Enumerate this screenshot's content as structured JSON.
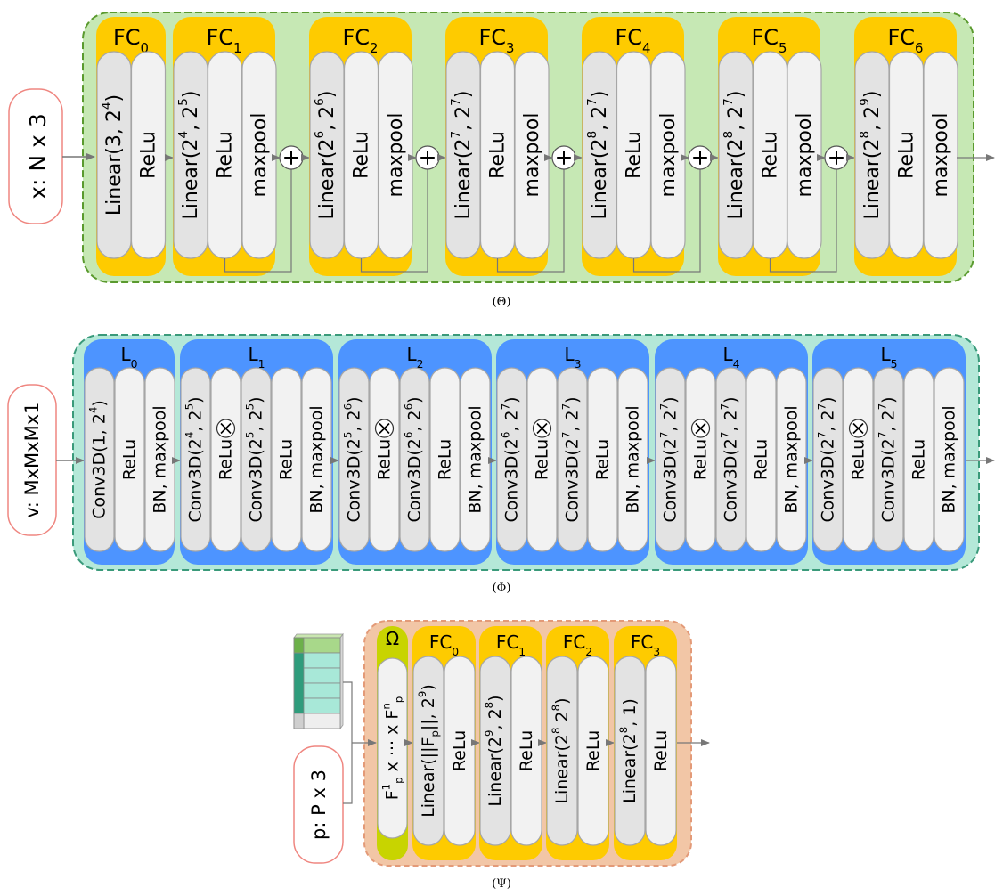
{
  "theta": {
    "caption": "(Θ)",
    "input_label": "x: N x 3",
    "blocks": [
      {
        "name": "FC",
        "sub": "0",
        "pills": [
          {
            "kind": "linear",
            "segs": [
              [
                "Linear(3, 2",
                ""
              ],
              [
                "4",
                "sup"
              ],
              [
                ")",
                ""
              ]
            ]
          },
          {
            "kind": "plain",
            "segs": [
              [
                "ReLu",
                ""
              ]
            ]
          }
        ],
        "skip": false
      },
      {
        "name": "FC",
        "sub": "1",
        "pills": [
          {
            "kind": "linear",
            "segs": [
              [
                "Linear(2",
                ""
              ],
              [
                "4",
                "sup"
              ],
              [
                ", 2",
                ""
              ],
              [
                "5",
                "sup"
              ],
              [
                ")",
                ""
              ]
            ]
          },
          {
            "kind": "plain",
            "segs": [
              [
                "ReLu",
                ""
              ]
            ]
          },
          {
            "kind": "plain",
            "segs": [
              [
                "maxpool",
                ""
              ]
            ]
          }
        ],
        "skip": true
      },
      {
        "name": "FC",
        "sub": "2",
        "pills": [
          {
            "kind": "linear",
            "segs": [
              [
                "Linear(2",
                ""
              ],
              [
                "6",
                "sup"
              ],
              [
                ", 2",
                ""
              ],
              [
                "6",
                "sup"
              ],
              [
                ")",
                ""
              ]
            ]
          },
          {
            "kind": "plain",
            "segs": [
              [
                "ReLu",
                ""
              ]
            ]
          },
          {
            "kind": "plain",
            "segs": [
              [
                "maxpool",
                ""
              ]
            ]
          }
        ],
        "skip": true
      },
      {
        "name": "FC",
        "sub": "3",
        "pills": [
          {
            "kind": "linear",
            "segs": [
              [
                "Linear(2",
                ""
              ],
              [
                "7",
                "sup"
              ],
              [
                ", 2",
                ""
              ],
              [
                "7",
                "sup"
              ],
              [
                ")",
                ""
              ]
            ]
          },
          {
            "kind": "plain",
            "segs": [
              [
                "ReLu",
                ""
              ]
            ]
          },
          {
            "kind": "plain",
            "segs": [
              [
                "maxpool",
                ""
              ]
            ]
          }
        ],
        "skip": true
      },
      {
        "name": "FC",
        "sub": "4",
        "pills": [
          {
            "kind": "linear",
            "segs": [
              [
                "Linear(2",
                ""
              ],
              [
                "8",
                "sup"
              ],
              [
                ", 2",
                ""
              ],
              [
                "7",
                "sup"
              ],
              [
                ")",
                ""
              ]
            ]
          },
          {
            "kind": "plain",
            "segs": [
              [
                "ReLu",
                ""
              ]
            ]
          },
          {
            "kind": "plain",
            "segs": [
              [
                "maxpool",
                ""
              ]
            ]
          }
        ],
        "skip": true
      },
      {
        "name": "FC",
        "sub": "5",
        "pills": [
          {
            "kind": "linear",
            "segs": [
              [
                "Linear(2",
                ""
              ],
              [
                "8",
                "sup"
              ],
              [
                ", 2",
                ""
              ],
              [
                "7",
                "sup"
              ],
              [
                ")",
                ""
              ]
            ]
          },
          {
            "kind": "plain",
            "segs": [
              [
                "ReLu",
                ""
              ]
            ]
          },
          {
            "kind": "plain",
            "segs": [
              [
                "maxpool",
                ""
              ]
            ]
          }
        ],
        "skip": true
      },
      {
        "name": "FC",
        "sub": "6",
        "pills": [
          {
            "kind": "linear",
            "segs": [
              [
                "Linear(2",
                ""
              ],
              [
                "8",
                "sup"
              ],
              [
                ", 2",
                ""
              ],
              [
                "9",
                "sup"
              ],
              [
                ")",
                ""
              ]
            ]
          },
          {
            "kind": "plain",
            "segs": [
              [
                "ReLu",
                ""
              ]
            ]
          },
          {
            "kind": "plain",
            "segs": [
              [
                "maxpool",
                ""
              ]
            ]
          }
        ],
        "skip": false
      }
    ]
  },
  "phi": {
    "caption": "(Φ)",
    "input_label": "v: MxMxMx1",
    "blocks": [
      {
        "name": "L",
        "sub": "0",
        "pills": [
          {
            "kind": "linear",
            "segs": [
              [
                "Conv3D(1, 2",
                ""
              ],
              [
                "4",
                "sup"
              ],
              [
                ")",
                ""
              ]
            ]
          },
          {
            "kind": "plain",
            "segs": [
              [
                "ReLu",
                ""
              ]
            ]
          },
          {
            "kind": "plain",
            "segs": [
              [
                "BN, maxpool",
                ""
              ]
            ]
          }
        ]
      },
      {
        "name": "L",
        "sub": "1",
        "pills": [
          {
            "kind": "linear",
            "segs": [
              [
                "Conv3D(2",
                ""
              ],
              [
                "4",
                "sup"
              ],
              [
                ", 2",
                ""
              ],
              [
                "5",
                "sup"
              ],
              [
                ")",
                ""
              ]
            ]
          },
          {
            "kind": "plain",
            "segs": [
              [
                "ReLu",
                ""
              ]
            ]
          },
          {
            "kind": "linear",
            "segs": [
              [
                "Conv3D(2",
                ""
              ],
              [
                "5",
                "sup"
              ],
              [
                ", 2",
                ""
              ],
              [
                "5",
                "sup"
              ],
              [
                ")",
                ""
              ]
            ]
          },
          {
            "kind": "plain",
            "segs": [
              [
                "ReLu",
                ""
              ]
            ]
          },
          {
            "kind": "plain",
            "segs": [
              [
                "BN, maxpool",
                ""
              ]
            ]
          }
        ]
      },
      {
        "name": "L",
        "sub": "2",
        "pills": [
          {
            "kind": "linear",
            "segs": [
              [
                "Conv3D(2",
                ""
              ],
              [
                "5",
                "sup"
              ],
              [
                ", 2",
                ""
              ],
              [
                "6",
                "sup"
              ],
              [
                ")",
                ""
              ]
            ]
          },
          {
            "kind": "plain",
            "segs": [
              [
                "ReLu",
                ""
              ]
            ]
          },
          {
            "kind": "linear",
            "segs": [
              [
                "Conv3D(2",
                ""
              ],
              [
                "6",
                "sup"
              ],
              [
                ", 2",
                ""
              ],
              [
                "6",
                "sup"
              ],
              [
                ")",
                ""
              ]
            ]
          },
          {
            "kind": "plain",
            "segs": [
              [
                "ReLu",
                ""
              ]
            ]
          },
          {
            "kind": "plain",
            "segs": [
              [
                "BN, maxpool",
                ""
              ]
            ]
          }
        ]
      },
      {
        "name": "L",
        "sub": "3",
        "pills": [
          {
            "kind": "linear",
            "segs": [
              [
                "Conv3D(2",
                ""
              ],
              [
                "6",
                "sup"
              ],
              [
                ", 2",
                ""
              ],
              [
                "7",
                "sup"
              ],
              [
                ")",
                ""
              ]
            ]
          },
          {
            "kind": "plain",
            "segs": [
              [
                "ReLu",
                ""
              ]
            ]
          },
          {
            "kind": "linear",
            "segs": [
              [
                "Conv3D(2",
                ""
              ],
              [
                "7",
                "sup"
              ],
              [
                ", 2",
                ""
              ],
              [
                "7",
                "sup"
              ],
              [
                ")",
                ""
              ]
            ]
          },
          {
            "kind": "plain",
            "segs": [
              [
                "ReLu",
                ""
              ]
            ]
          },
          {
            "kind": "plain",
            "segs": [
              [
                "BN, maxpool",
                ""
              ]
            ]
          }
        ]
      },
      {
        "name": "L",
        "sub": "4",
        "pills": [
          {
            "kind": "linear",
            "segs": [
              [
                "Conv3D(2",
                ""
              ],
              [
                "7",
                "sup"
              ],
              [
                ", 2",
                ""
              ],
              [
                "7",
                "sup"
              ],
              [
                ")",
                ""
              ]
            ]
          },
          {
            "kind": "plain",
            "segs": [
              [
                "ReLu",
                ""
              ]
            ]
          },
          {
            "kind": "linear",
            "segs": [
              [
                "Conv3D(2",
                ""
              ],
              [
                "7",
                "sup"
              ],
              [
                ", 2",
                ""
              ],
              [
                "7",
                "sup"
              ],
              [
                ")",
                ""
              ]
            ]
          },
          {
            "kind": "plain",
            "segs": [
              [
                "ReLu",
                ""
              ]
            ]
          },
          {
            "kind": "plain",
            "segs": [
              [
                "BN, maxpool",
                ""
              ]
            ]
          }
        ]
      },
      {
        "name": "L",
        "sub": "5",
        "pills": [
          {
            "kind": "linear",
            "segs": [
              [
                "Conv3D(2",
                ""
              ],
              [
                "7",
                "sup"
              ],
              [
                ", 2",
                ""
              ],
              [
                "7",
                "sup"
              ],
              [
                ")",
                ""
              ]
            ]
          },
          {
            "kind": "plain",
            "segs": [
              [
                "ReLu",
                ""
              ]
            ]
          },
          {
            "kind": "linear",
            "segs": [
              [
                "Conv3D(2",
                ""
              ],
              [
                "7",
                "sup"
              ],
              [
                ", 2",
                ""
              ],
              [
                "7",
                "sup"
              ],
              [
                ")",
                ""
              ]
            ]
          },
          {
            "kind": "plain",
            "segs": [
              [
                "ReLu",
                ""
              ]
            ]
          },
          {
            "kind": "plain",
            "segs": [
              [
                "BN, maxpool",
                ""
              ]
            ]
          }
        ]
      }
    ]
  },
  "psi": {
    "caption": "(Ψ)",
    "input_label": "p: P x 3",
    "omega": {
      "name": "Ω",
      "segs": [
        [
          "F",
          ""
        ],
        [
          "1",
          "sup"
        ],
        [
          "p",
          "sub"
        ],
        [
          " x ··· x F",
          ""
        ],
        [
          "n",
          "sup"
        ],
        [
          "p",
          "sub"
        ]
      ]
    },
    "blocks": [
      {
        "name": "FC",
        "sub": "0",
        "pills": [
          {
            "kind": "linear",
            "segs": [
              [
                "Linear(||F",
                ""
              ],
              [
                "p",
                "sub"
              ],
              [
                "||, 2",
                ""
              ],
              [
                "9",
                "sup"
              ],
              [
                ")",
                ""
              ]
            ]
          },
          {
            "kind": "plain",
            "segs": [
              [
                "ReLu",
                ""
              ]
            ]
          }
        ]
      },
      {
        "name": "FC",
        "sub": "1",
        "pills": [
          {
            "kind": "linear",
            "segs": [
              [
                "Linear(2",
                ""
              ],
              [
                "9",
                "sup"
              ],
              [
                ", 2",
                ""
              ],
              [
                "8",
                "sup"
              ],
              [
                ")",
                ""
              ]
            ]
          },
          {
            "kind": "plain",
            "segs": [
              [
                "ReLu",
                ""
              ]
            ]
          }
        ]
      },
      {
        "name": "FC",
        "sub": "2",
        "pills": [
          {
            "kind": "linear",
            "segs": [
              [
                "Linear(2",
                ""
              ],
              [
                "8",
                "sup"
              ],
              [
                " 2",
                ""
              ],
              [
                "8",
                "sup"
              ],
              [
                ")",
                ""
              ]
            ]
          },
          {
            "kind": "plain",
            "segs": [
              [
                "ReLu",
                ""
              ]
            ]
          }
        ]
      },
      {
        "name": "FC",
        "sub": "3",
        "pills": [
          {
            "kind": "linear",
            "segs": [
              [
                "Linear(2",
                ""
              ],
              [
                "8",
                "sup"
              ],
              [
                ", 1)",
                ""
              ]
            ]
          },
          {
            "kind": "plain",
            "segs": [
              [
                "ReLu",
                ""
              ]
            ]
          }
        ]
      }
    ]
  },
  "colors": {
    "theta_panel": "#c6e8b4",
    "theta_border": "#5a9a2e",
    "phi_panel": "#b4e8d8",
    "phi_border": "#3a9a7a",
    "psi_panel": "#f2c6a6",
    "psi_border": "#e39a78",
    "fc_block": "#fecb00",
    "l_block": "#4d94ff",
    "omega_block": "#c8d400",
    "pill_dark": "#e3e3e3",
    "pill_light": "#f2f2f2",
    "pill_stroke": "#a6a6a6",
    "input_stroke": "#ef8680",
    "arrow": "#777777"
  }
}
